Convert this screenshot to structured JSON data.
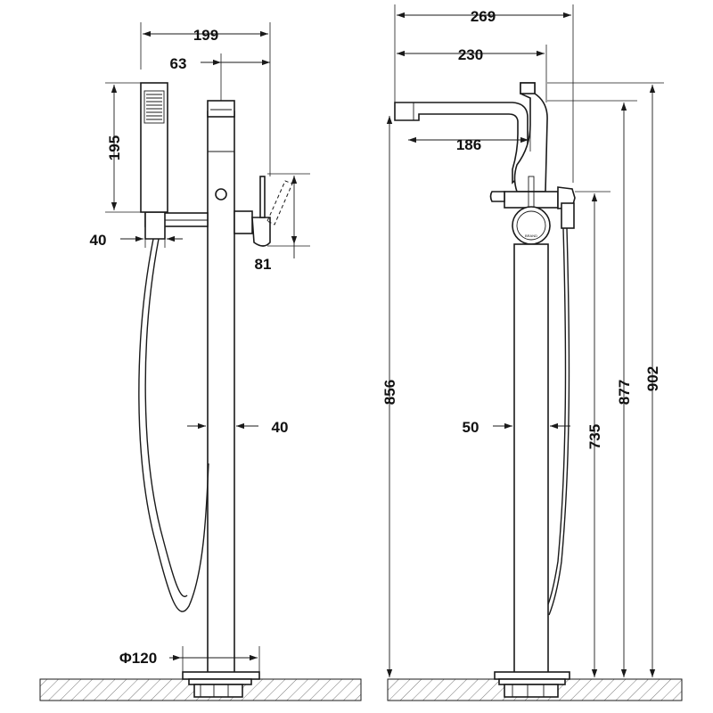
{
  "drawing": {
    "side_view": {
      "width_total": "199",
      "lever_offset": "63",
      "handshower_length": "195",
      "holder_offset": "40",
      "lever_height": "81",
      "column_diameter": "40",
      "base_diameter": "Φ120"
    },
    "front_view": {
      "width_total": "269",
      "spout_reach": "230",
      "spout_inner": "186",
      "column_width": "50",
      "spout_height": "856",
      "valve_height": "735",
      "spout_top_height": "877",
      "overall_height": "902",
      "brand_mark": "BRAND"
    }
  }
}
